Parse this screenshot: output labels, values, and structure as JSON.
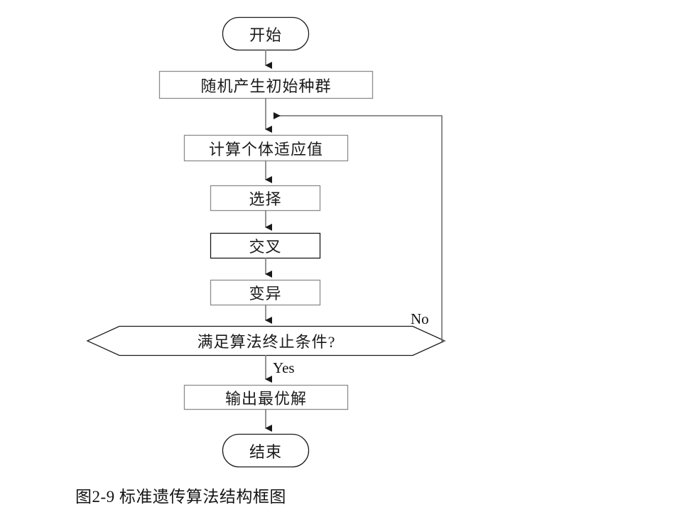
{
  "diagram": {
    "title_caption": "图2-9  标准遗传算法结构框图",
    "colors": {
      "box_border": "#8c8c8c",
      "terminator_border": "#1a1a1a",
      "decision_border": "#1a1a1a",
      "connector": "#7a7a7a",
      "feedback_connector": "#6f6f6f",
      "text": "#1a1a1a",
      "background": "#ffffff"
    },
    "nodes": [
      {
        "id": "start",
        "shape": "terminator",
        "label": "开始"
      },
      {
        "id": "init",
        "shape": "process",
        "label": "随机产生初始种群"
      },
      {
        "id": "fitness",
        "shape": "process",
        "label": "计算个体适应值"
      },
      {
        "id": "select",
        "shape": "process",
        "label": "选择"
      },
      {
        "id": "crossover",
        "shape": "process",
        "label": "交叉"
      },
      {
        "id": "mutation",
        "shape": "process",
        "label": "变异"
      },
      {
        "id": "decision",
        "shape": "hexagon",
        "label": "满足算法终止条件?"
      },
      {
        "id": "output",
        "shape": "process",
        "label": "输出最优解"
      },
      {
        "id": "end",
        "shape": "terminator",
        "label": "结束"
      }
    ],
    "edges": [
      {
        "from": "start",
        "to": "init",
        "label": ""
      },
      {
        "from": "init",
        "to": "fitness",
        "label": ""
      },
      {
        "from": "fitness",
        "to": "select",
        "label": ""
      },
      {
        "from": "select",
        "to": "crossover",
        "label": ""
      },
      {
        "from": "crossover",
        "to": "mutation",
        "label": ""
      },
      {
        "from": "mutation",
        "to": "decision",
        "label": ""
      },
      {
        "from": "decision",
        "to": "output",
        "label": "Yes"
      },
      {
        "from": "decision",
        "to": "fitness",
        "label": "No"
      },
      {
        "from": "output",
        "to": "end",
        "label": ""
      }
    ],
    "edge_labels": {
      "no": "No",
      "yes": "Yes"
    }
  }
}
